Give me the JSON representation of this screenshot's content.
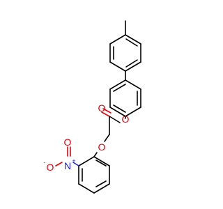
{
  "atoms": {
    "ester_o": {
      "label": "O",
      "color": "#e8000b"
    },
    "carbonyl_o": {
      "label": "O",
      "color": "#e8000b"
    },
    "ether_o": {
      "label": "O",
      "color": "#e8000b"
    },
    "nitro_n": {
      "label": "N",
      "color": "#1f1fd6",
      "charge": "+"
    },
    "nitro_o": {
      "label": "O",
      "color": "#e8000b",
      "charge": "-"
    }
  }
}
